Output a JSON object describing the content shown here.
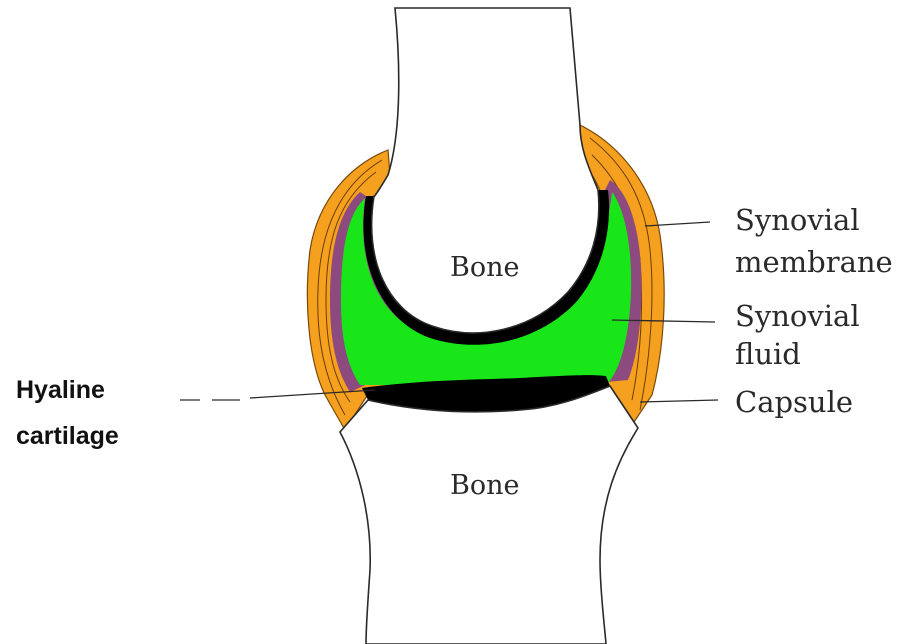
{
  "labels": {
    "upper_bone": "Bone",
    "lower_bone": "Bone",
    "synovial_membrane": [
      "Synovial",
      "membrane"
    ],
    "synovial_fluid": [
      "Synovial",
      "fluid"
    ],
    "capsule": "Capsule",
    "hyaline_cartilage": [
      "Hyaline",
      "cartilage"
    ]
  },
  "colors": {
    "capsule": "#f5a01e",
    "synovial_membrane": "#8c4a7e",
    "synovial_fluid": "#19e619",
    "cartilage": "#000000",
    "outline": "#2a2a2a",
    "bone": "#ffffff"
  }
}
